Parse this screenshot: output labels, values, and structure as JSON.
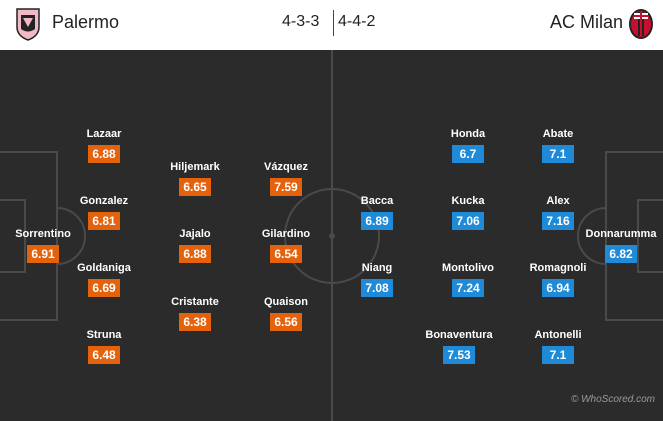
{
  "home": {
    "name": "Palermo",
    "formation": "4-3-3",
    "logo_icon": "palermo-crest-icon",
    "color": "#e5620d",
    "players": [
      {
        "name": "Sorrentino",
        "rating": "6.91"
      },
      {
        "name": "Lazaar",
        "rating": "6.88"
      },
      {
        "name": "Gonzalez",
        "rating": "6.81"
      },
      {
        "name": "Goldaniga",
        "rating": "6.69"
      },
      {
        "name": "Struna",
        "rating": "6.48"
      },
      {
        "name": "Hiljemark",
        "rating": "6.65"
      },
      {
        "name": "Jajalo",
        "rating": "6.88"
      },
      {
        "name": "Cristante",
        "rating": "6.38"
      },
      {
        "name": "Vázquez",
        "rating": "7.59"
      },
      {
        "name": "Gilardino",
        "rating": "6.54"
      },
      {
        "name": "Quaison",
        "rating": "6.56"
      }
    ]
  },
  "away": {
    "name": "AC Milan",
    "formation": "4-4-2",
    "logo_icon": "ac-milan-crest-icon",
    "color": "#1f8ad8",
    "players": [
      {
        "name": "Bacca",
        "rating": "6.89"
      },
      {
        "name": "Niang",
        "rating": "7.08"
      },
      {
        "name": "Honda",
        "rating": "6.7"
      },
      {
        "name": "Kucka",
        "rating": "7.06"
      },
      {
        "name": "Montolivo",
        "rating": "7.24"
      },
      {
        "name": "Bonaventura",
        "rating": "7.53"
      },
      {
        "name": "Abate",
        "rating": "7.1"
      },
      {
        "name": "Alex",
        "rating": "7.16"
      },
      {
        "name": "Romagnoli",
        "rating": "6.94"
      },
      {
        "name": "Antonelli",
        "rating": "7.1"
      },
      {
        "name": "Donnarumma",
        "rating": "6.82"
      }
    ]
  },
  "watermark": "© WhoScored.com",
  "pitch_color": "#2b2b2b"
}
